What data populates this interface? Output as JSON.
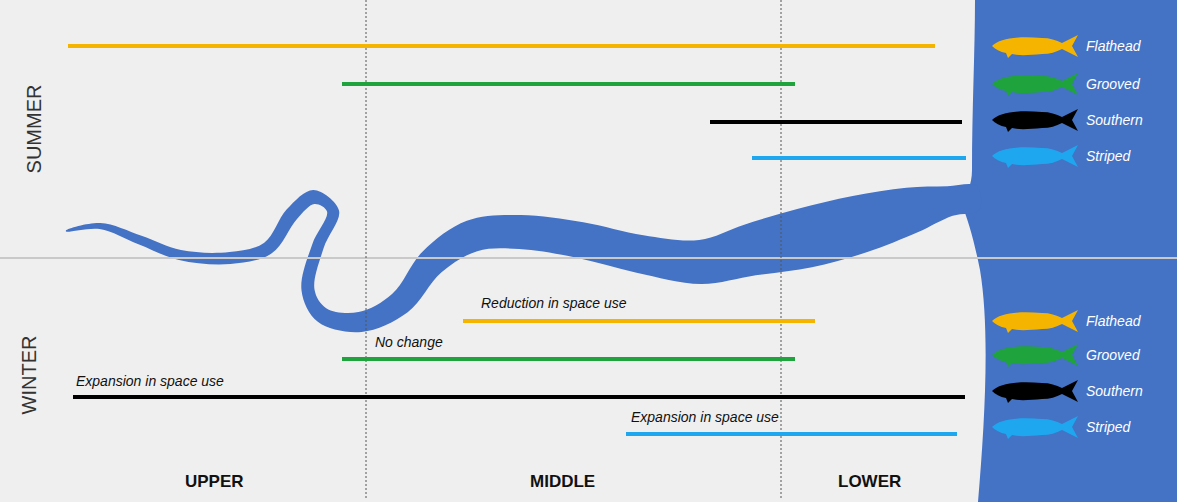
{
  "diagram": {
    "labels": [
      "SUMMER",
      "WINTER",
      "UPPER",
      "MIDDLE",
      "LOWER",
      "Reduction in space use",
      "No change",
      "Expansion in space use",
      "Expansion in space use"
    ],
    "legend": [
      {
        "text": "Flathead",
        "color": "#f5b400"
      },
      {
        "text": "Grooved",
        "color": "#1fa33c"
      },
      {
        "text": "Southern",
        "color": "#000000"
      },
      {
        "text": "Striped",
        "color": "#1ea7ef"
      },
      {
        "text": "Flathead",
        "color": "#f5b400"
      },
      {
        "text": "Grooved",
        "color": "#1fa33c"
      },
      {
        "text": "Southern",
        "color": "#000000"
      },
      {
        "text": "Striped",
        "color": "#1ea7ef"
      }
    ]
  }
}
